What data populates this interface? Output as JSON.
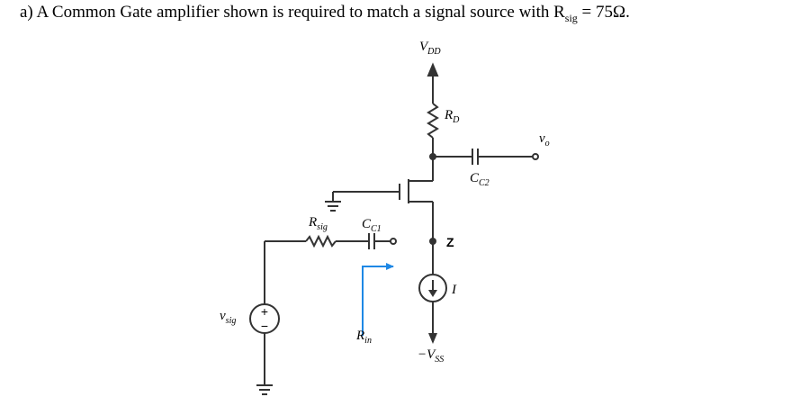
{
  "question": {
    "prefix": "a)",
    "text_before": "A Common Gate amplifier shown is required to match a signal source with R",
    "subscript": "sig",
    "text_after": " = 75Ω."
  },
  "labels": {
    "vdd_main": "V",
    "vdd_sub": "DD",
    "rd_main": "R",
    "rd_sub": "D",
    "vo_main": "v",
    "vo_sub": "o",
    "cc2_main": "C",
    "cc2_sub": "C2",
    "rsig_main": "R",
    "rsig_sub": "sig",
    "cc1_main": "C",
    "cc1_sub": "C1",
    "z": "Z",
    "i": "I",
    "vsig_main": "v",
    "vsig_sub": "sig",
    "rin_main": "R",
    "rin_sub": "in",
    "vss_main": "−V",
    "vss_sub": "SS",
    "plus": "+",
    "minus": "−"
  },
  "colors": {
    "wire": "#333333",
    "rin_arrow": "#1e88e5"
  }
}
